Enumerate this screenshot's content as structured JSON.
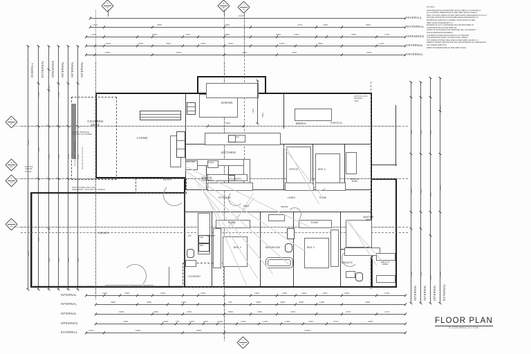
{
  "sheet": {
    "title": "FLOOR PLAN",
    "subtitle": "FLOOR AREA 247.57M²",
    "background_color": "#fdfdfd",
    "line_color": "#1c1c1c"
  },
  "notes": {
    "heading": "NOTES:",
    "lines": [
      "STEP ENTRANCE AS PER NZBC D1/AS1 TABLE 1.0 & FIGURE 11",
      "ALL FLASHING DIMENSIONS AS PER NZBC E2/AS1 TABLE 7",
      "WALL & FLOOR LININGS AS PER NZBC E3/AS1 PARAGRAPH 3.0 & 3.2.1",
      "FIXTURE JUNCTIONS AS PER NZBC E3/AS1 PARAGRAPH 3.0",
      "BATHROOM, ENSUITE & LAUNDRY VENTILATION AS PER",
      "NZBC G4/AS1 PARAGRAPH 1.1",
      "MINIMUM 20 LUX ILLUMINANCE WILL BE PROVIDED TO",
      "ACCESSROUTES AS PER NZBC G8",
      "ANGLE OF INFLUENCE FOR SERVICES WILL NOT EFFECT",
      "THE ADJOINING BOUNDARIES",
      "CLADDING AS PER E2/AS1 PARA 9.1.6 & NZS4203",
      "SLIP RESISTANT ENTRY AS PER D1/AS1 TABLE 2",
      "HOT WATER SYSTEM INSULATED AS PER NZBC G12/AS1 5.1",
      "ENERGY WORKS CERTIFICATE WILL BE PROVIDED ON COMPLETION",
      "HOT WATER TEMP 55°C",
      "WORK SITE BARRICADE AS PER NZBC F5/AS1"
    ]
  },
  "dimension_rows_top": [
    {
      "label": "OVERALL",
      "values": [
        "21530"
      ]
    },
    {
      "label": "EXTERNAL",
      "values": [
        "1510",
        "5940",
        "1590",
        "4730",
        "1590",
        "5840"
      ]
    },
    {
      "label": "OPENINGS",
      "values": [
        "1510",
        "5200",
        "1200",
        "2890",
        "1590",
        "3690",
        "2400",
        "1590",
        "3600",
        "1700"
      ]
    },
    {
      "label": "INTERNAL",
      "values": [
        "90",
        "2000",
        "90",
        "1660",
        "90",
        "3600",
        "90",
        "1500",
        "90",
        "3630",
        "90",
        "1300",
        "90",
        "3600",
        "90",
        "1700"
      ]
    },
    {
      "label": "INTERNAL",
      "values": [
        "90",
        "5000",
        "90",
        "5000",
        "90",
        "3500",
        "90",
        "3600"
      ]
    }
  ],
  "dimension_rows_bottom": [
    {
      "label": "INTERNAL",
      "values": [
        "1510",
        "90",
        "1660",
        "90",
        "1500",
        "90",
        "1600",
        "90",
        "1840",
        "90",
        "1000",
        "90",
        "1600",
        "90",
        "1000",
        "90",
        "1900",
        "90",
        "1750",
        "90"
      ]
    },
    {
      "label": "INTERNAL",
      "values": [
        "90",
        "3900",
        "90",
        "2060",
        "90",
        "1050",
        "90",
        "90",
        "700",
        "90",
        "2000",
        "90",
        "2000",
        "90",
        "2000",
        "90",
        "1460",
        "90",
        "90",
        "90",
        "4400",
        "90"
      ]
    },
    {
      "label": "INTERNAL",
      "values": [
        "90",
        "6000",
        "90",
        "2000",
        "90",
        "1600",
        "90",
        "5500",
        "90",
        "2000",
        "90",
        "1500",
        "90",
        "2700",
        "90",
        "1170",
        "90"
      ]
    },
    {
      "label": "OPENINGS",
      "values": [
        "4490",
        "1900",
        "750",
        "50",
        "1200",
        "1640",
        "850",
        "50",
        "1040",
        "1400",
        "1290",
        "1400",
        "1290",
        "1400",
        "1840",
        "2100",
        "2990"
      ]
    },
    {
      "label": "EXTERNAL",
      "values": [
        "1010",
        "6280",
        "2690",
        "15460"
      ]
    }
  ],
  "dimension_rows_left": [
    {
      "label": "OVERALL",
      "values": [
        "1600",
        "5180",
        "4500",
        "8600"
      ]
    },
    {
      "label": "EXTERNAL",
      "values": [
        "1600",
        "3600",
        "4500",
        "4500"
      ]
    },
    {
      "label": "OPENINGS",
      "values": [
        "1000",
        "1200",
        "90",
        "2000",
        "6000",
        "4500"
      ]
    },
    {
      "label": "INTERNAL",
      "values": [
        "1500",
        "90",
        "3500",
        "6000",
        "4500"
      ]
    },
    {
      "label": "INTERNAL",
      "values": [
        "1500",
        "90",
        "2400",
        "6000",
        "4500"
      ]
    },
    {
      "label": "INTERNAL",
      "values": [
        "1600",
        "3500",
        "6000",
        "4500"
      ]
    }
  ],
  "dimension_rows_right": [
    {
      "label": "INTERNAL",
      "values": [
        "3400",
        "3550",
        "90",
        "2000",
        "1000",
        "3400"
      ]
    },
    {
      "label": "INTERNAL",
      "values": [
        "1850",
        "3550",
        "90",
        "2000",
        "90",
        "1000",
        "4000"
      ]
    },
    {
      "label": "INTERNAL",
      "values": [
        "2920",
        "2400",
        "90",
        "2500",
        "90",
        "1800",
        "90",
        "2600",
        "2000"
      ]
    },
    {
      "label": "EXTERNAL",
      "values": [
        "2500",
        "1750",
        "2550",
        "4450",
        "2830"
      ]
    },
    {
      "label": "OVERALL",
      "values": [
        "18130"
      ]
    }
  ],
  "rooms": [
    {
      "name": "covered-deck",
      "label": "COVERED\nDECK",
      "note": "(AS PER SCHEDULE)\nNOT PART OF CONSENT"
    },
    {
      "name": "living",
      "label": "LIVING"
    },
    {
      "name": "dining",
      "label": "DINING"
    },
    {
      "name": "media",
      "label": "MEDIA"
    },
    {
      "name": "portico",
      "label": "PORTICO"
    },
    {
      "name": "kitchen",
      "label": "KITCHEN"
    },
    {
      "name": "scullery",
      "label": "SCULLERY"
    },
    {
      "name": "walk-in-pantry",
      "label": "WALK IN\nPANTRY"
    },
    {
      "name": "entry",
      "label": "ENTRY"
    },
    {
      "name": "office",
      "label": "OFFICE"
    },
    {
      "name": "bed-4",
      "label": "BED 4"
    },
    {
      "name": "walk-in-robe-2",
      "label": "WALK IN\nROBE"
    },
    {
      "name": "storage",
      "label": "STORAGE"
    },
    {
      "name": "linen",
      "label": "LINEN"
    },
    {
      "name": "robe-bed4",
      "label": "ROBE"
    },
    {
      "name": "hall",
      "label": "HALL"
    },
    {
      "name": "smoke",
      "label": "SMOKE"
    },
    {
      "name": "garage",
      "label": "GARAGE"
    },
    {
      "name": "wc",
      "label": "WC"
    },
    {
      "name": "laundry",
      "label": "LAUNDRY"
    },
    {
      "name": "robe-bed2",
      "label": "ROBE"
    },
    {
      "name": "bed-2",
      "label": "BED 2"
    },
    {
      "name": "bathroom",
      "label": "BATHROOM"
    },
    {
      "name": "robe-bed3",
      "label": "ROBE"
    },
    {
      "name": "bed-3",
      "label": "BED 3"
    },
    {
      "name": "master-bed",
      "label": "MASTER\nBED"
    },
    {
      "name": "ensuite",
      "label": "ENSUITE"
    },
    {
      "name": "walk-in-robe",
      "label": "WALK IN\nROBE"
    },
    {
      "name": "covered-patio",
      "label": "COVERED"
    },
    {
      "name": "fridge",
      "label": "FRG\nFRZ"
    },
    {
      "name": "oven",
      "label": "OVEN"
    },
    {
      "name": "dishwasher",
      "label": "DW"
    },
    {
      "name": "washer",
      "label": "WM"
    },
    {
      "name": "dryer",
      "label": "DRY"
    }
  ],
  "plan_notes": [
    {
      "name": "existing-garage-portal",
      "text": "EXISTING\nGARAGE\nPORTAL"
    },
    {
      "name": "existing-dwelling-note",
      "text": "EXISTING DWELLING TO BE\nDEMOLISHED - NOT PART OF CONSENT"
    },
    {
      "name": "existing-driveway-note",
      "text": "EXISTING CONC\nDRIVEWAY\nSTEP"
    }
  ],
  "section_markers": [
    {
      "name": "section-marker-a",
      "top": "A",
      "bottom": "A1"
    },
    {
      "name": "section-marker-b",
      "top": "B",
      "bottom": "B1"
    },
    {
      "name": "section-marker-c",
      "top": "C",
      "bottom": "C1"
    },
    {
      "name": "section-marker-d",
      "top": "D",
      "bottom": "D1"
    },
    {
      "name": "section-marker-e",
      "top": "E",
      "bottom": "E1"
    },
    {
      "name": "section-marker-f",
      "top": "F",
      "bottom": "F1"
    },
    {
      "name": "section-marker-g",
      "top": "G",
      "bottom": "G1"
    },
    {
      "name": "section-marker-h",
      "top": "H",
      "bottom": "H1"
    }
  ],
  "misc": {
    "overall_top": "21530",
    "interior_dim_4500": "4500",
    "interior_dim_1000": "1000"
  }
}
